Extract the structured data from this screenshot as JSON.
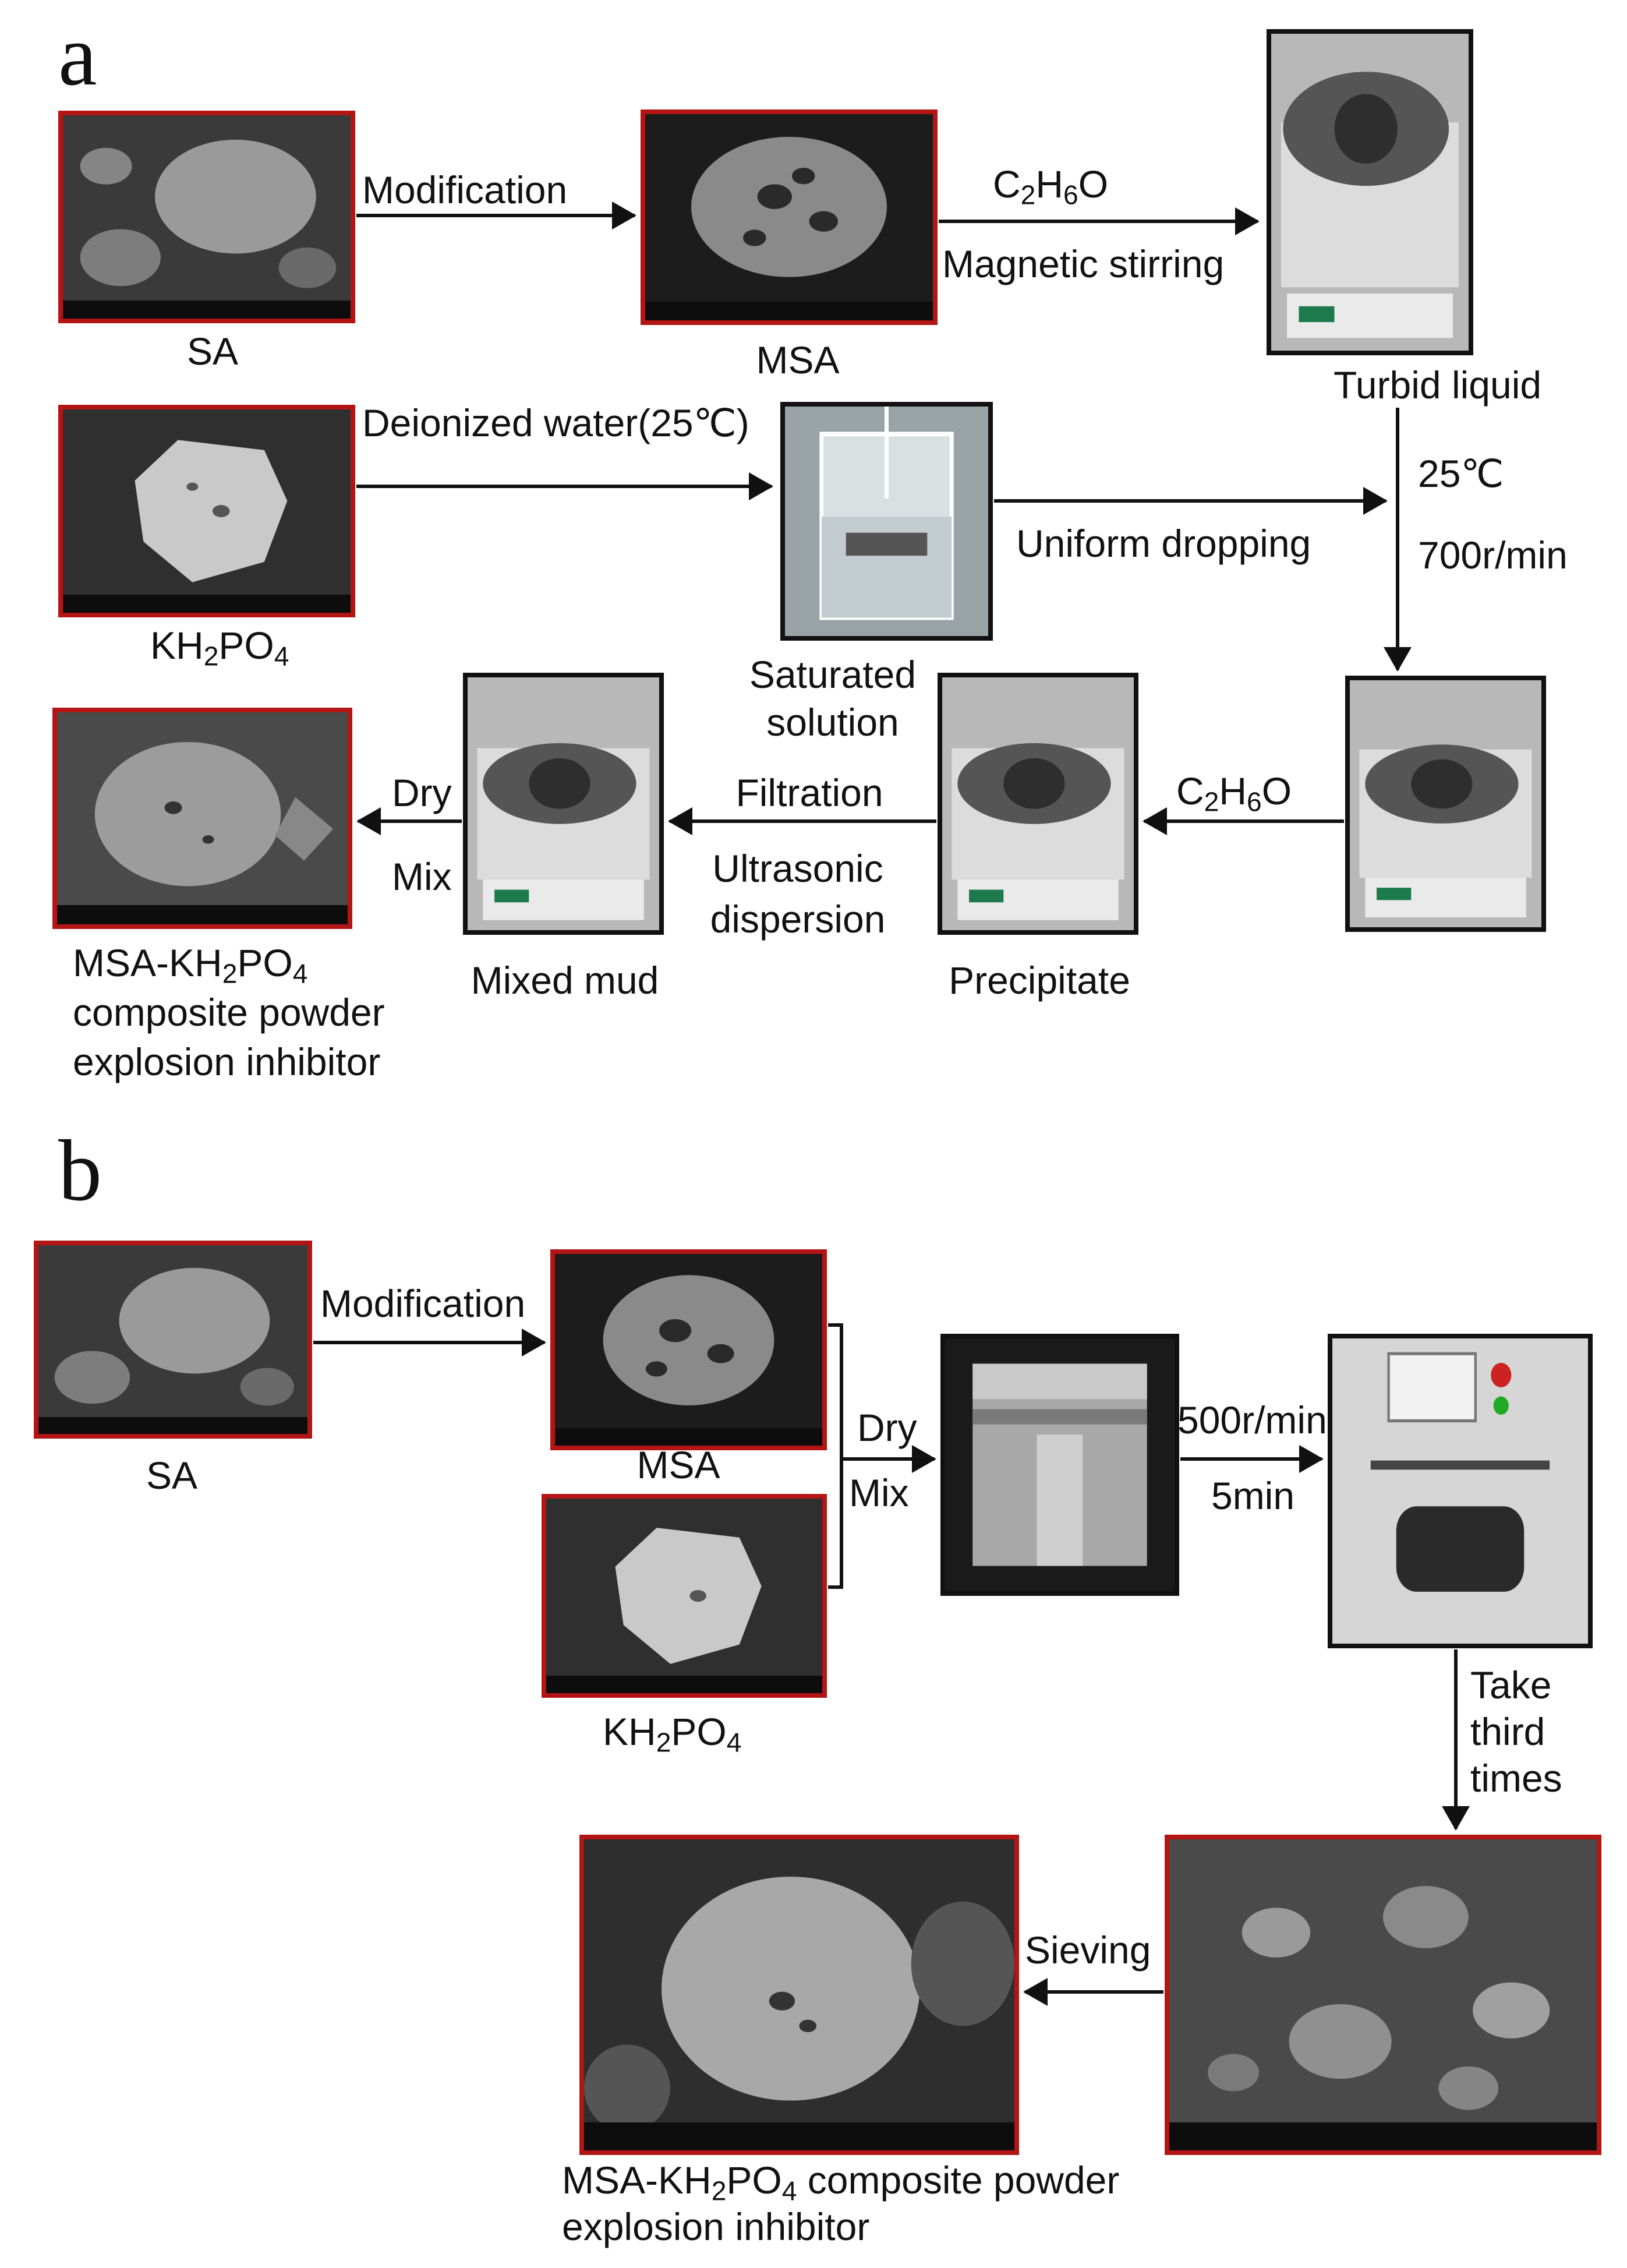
{
  "panel_a": {
    "letter": "a",
    "labels": {
      "sa": "SA",
      "msa": "MSA",
      "kh2po4_pre": "KH",
      "kh2po4_sub1": "2",
      "kh2po4_mid": "PO",
      "kh2po4_sub2": "4",
      "turbid": "Turbid liquid",
      "saturated_1": "Saturated",
      "saturated_2": "solution",
      "mixed_mud": "Mixed mud",
      "precipitate": "Precipitate",
      "result_line1_pre": "MSA-KH",
      "result_line1_sub1": "2",
      "result_line1_mid": "PO",
      "result_line1_sub2": "4",
      "result_line2": "composite powder",
      "result_line3": "explosion inhibitor"
    },
    "arrows": {
      "modification": "Modification",
      "c2h6o_pre": "C",
      "c2h6o_sub1": "2",
      "c2h6o_mid": "H",
      "c2h6o_sub2": "6",
      "c2h6o_end": "O",
      "magnetic_stirring": "Magnetic stirring",
      "deionized": "Deionized water(25℃)",
      "uniform_dropping": "Uniform dropping",
      "temp": "25℃",
      "speed": "700r/min",
      "filtration": "Filtration",
      "ultrasonic_1": "Ultrasonic",
      "ultrasonic_2": "dispersion",
      "dry": "Dry",
      "mix": "Mix"
    }
  },
  "panel_b": {
    "letter": "b",
    "labels": {
      "sa": "SA",
      "msa": "MSA",
      "kh2po4_pre": "KH",
      "kh2po4_sub1": "2",
      "kh2po4_mid": "PO",
      "kh2po4_sub2": "4",
      "result_line1_pre": "MSA-KH",
      "result_line1_sub1": "2",
      "result_line1_mid": "PO",
      "result_line1_sub2": "4",
      "result_line1_post": " composite powder",
      "result_line2": "explosion inhibitor"
    },
    "arrows": {
      "modification": "Modification",
      "dry": "Dry",
      "mix": "Mix",
      "speed": "500r/min",
      "time": "5min",
      "take_1": "Take",
      "take_2": "third",
      "take_3": "times",
      "sieving": "Sieving"
    }
  },
  "colors": {
    "sem_frame": "#b31515",
    "photo_frame": "#111111",
    "arrow": "#111111"
  }
}
